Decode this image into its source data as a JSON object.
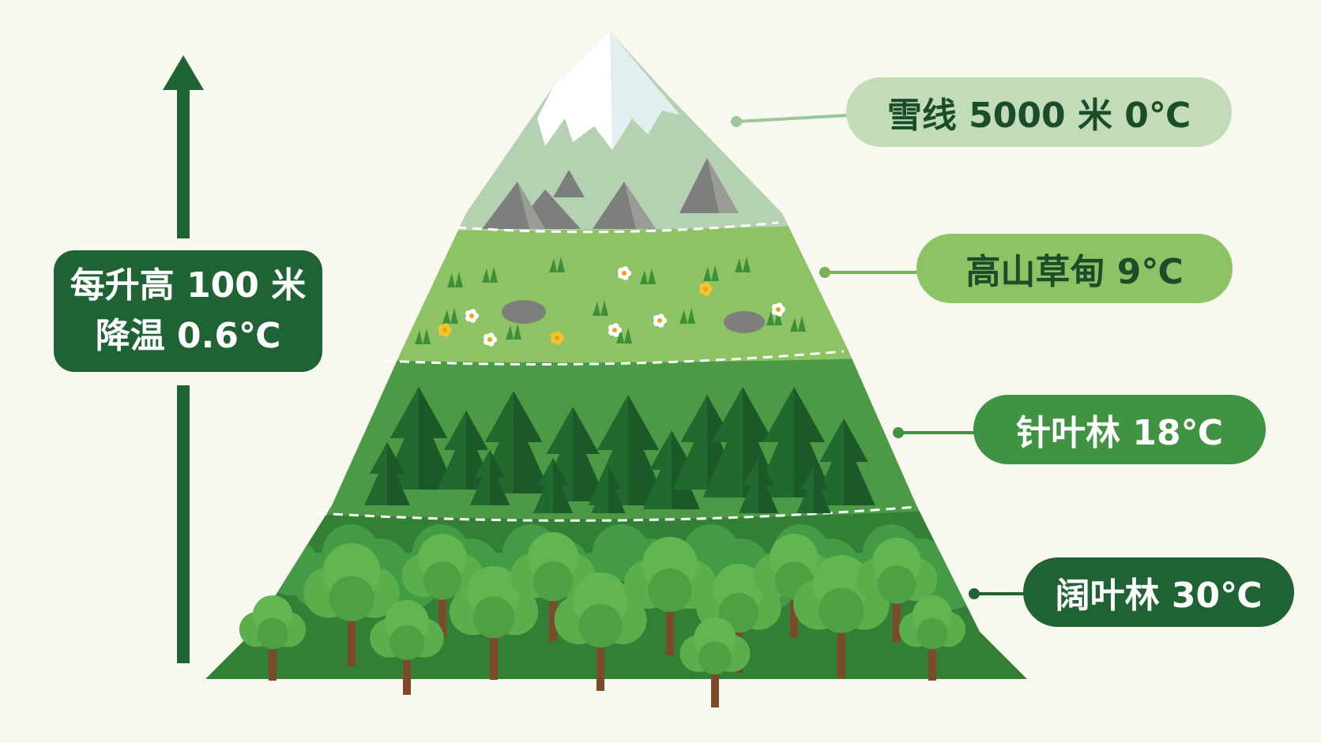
{
  "rule": {
    "line1": "每升高 100 米",
    "line2": "降温 0.6℃"
  },
  "zones": [
    {
      "id": "snow",
      "label": "雪线 5000 米  0℃"
    },
    {
      "id": "meadow",
      "label": "高山草甸  9℃"
    },
    {
      "id": "conif",
      "label": "针叶林  18℃"
    },
    {
      "id": "broad",
      "label": "阔叶林  30℃"
    }
  ],
  "colors": {
    "background": "#f8f7f0",
    "dark_green": "#1f6335",
    "snow_zone": "#b4d1b2",
    "meadow_zone": "#8dc364",
    "conifer_zone": "#4c9a45",
    "broadleaf_zone": "#347f36"
  },
  "icons": [
    "up-arrow-icon",
    "snow-peak-icon",
    "rock-icon",
    "flower-icon",
    "grass-tuft-icon",
    "conifer-tree-icon",
    "broadleaf-tree-icon"
  ]
}
